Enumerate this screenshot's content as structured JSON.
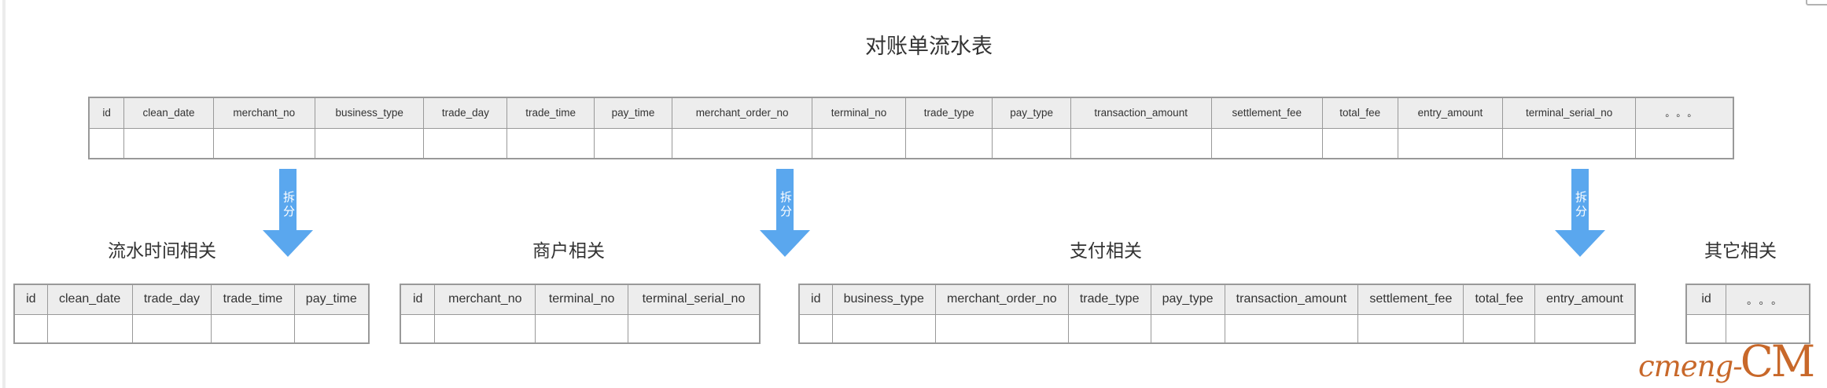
{
  "main_table": {
    "title": "对账单流水表",
    "columns": [
      "id",
      "clean_date",
      "merchant_no",
      "business_type",
      "trade_day",
      "trade_time",
      "pay_time",
      "merchant_order_no",
      "terminal_no",
      "trade_type",
      "pay_type",
      "transaction_amount",
      "settlement_fee",
      "total_fee",
      "entry_amount",
      "terminal_serial_no",
      "。。。"
    ]
  },
  "split_arrows": {
    "label": "拆分"
  },
  "sub_tables": [
    {
      "title": "流水时间相关",
      "columns": [
        "id",
        "clean_date",
        "trade_day",
        "trade_time",
        "pay_time"
      ]
    },
    {
      "title": "商户相关",
      "columns": [
        "id",
        "merchant_no",
        "terminal_no",
        "terminal_serial_no"
      ]
    },
    {
      "title": "支付相关",
      "columns": [
        "id",
        "business_type",
        "merchant_order_no",
        "trade_type",
        "pay_type",
        "transaction_amount",
        "settlement_fee",
        "total_fee",
        "entry_amount"
      ]
    },
    {
      "title": "其它相关",
      "columns": [
        "id",
        "。。。"
      ]
    }
  ],
  "watermark": {
    "prefix": "cmeng-",
    "suffix": "CM"
  },
  "colors": {
    "arrow_blue": "#5AA7EE",
    "header_bg": "#EDEDED",
    "border_grey": "#999999",
    "watermark_orange": "#C8682A",
    "text_dark": "#333333"
  }
}
